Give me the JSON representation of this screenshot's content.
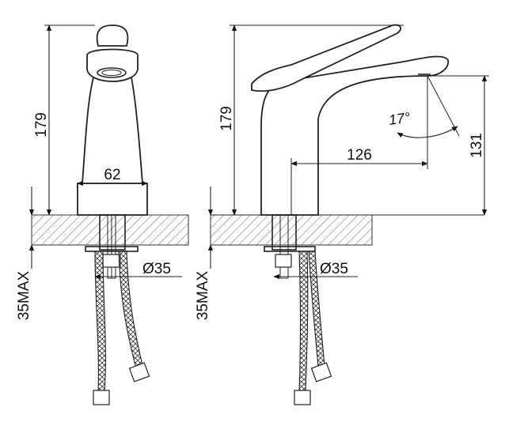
{
  "dimensions": {
    "front_height": "179",
    "front_base_width": "62",
    "front_hole_dia": "Ø35",
    "front_max_thickness": "35MAX",
    "side_height": "179",
    "side_reach": "126",
    "side_spout_height": "131",
    "side_angle": "17°",
    "side_hole_dia": "Ø35",
    "side_max_thickness": "35MAX"
  }
}
